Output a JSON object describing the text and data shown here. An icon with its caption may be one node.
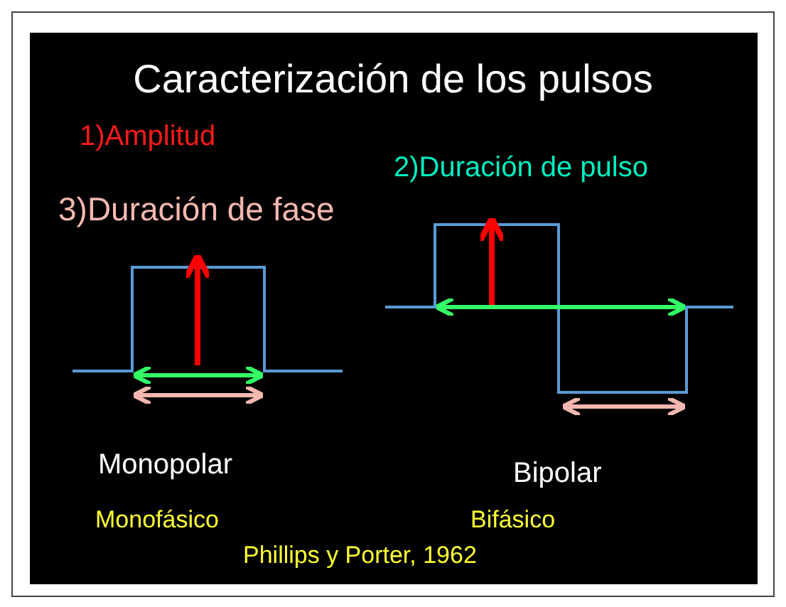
{
  "diagram": {
    "title": "Caracterización de los pulsos",
    "labels": [
      "1)Amplitud",
      "2)Duración de pulso",
      "3)Duración de fase",
      "Monopolar",
      "Bipolar",
      "Monofásico",
      "Bifásico",
      "Phillips y Porter, 1962"
    ]
  }
}
